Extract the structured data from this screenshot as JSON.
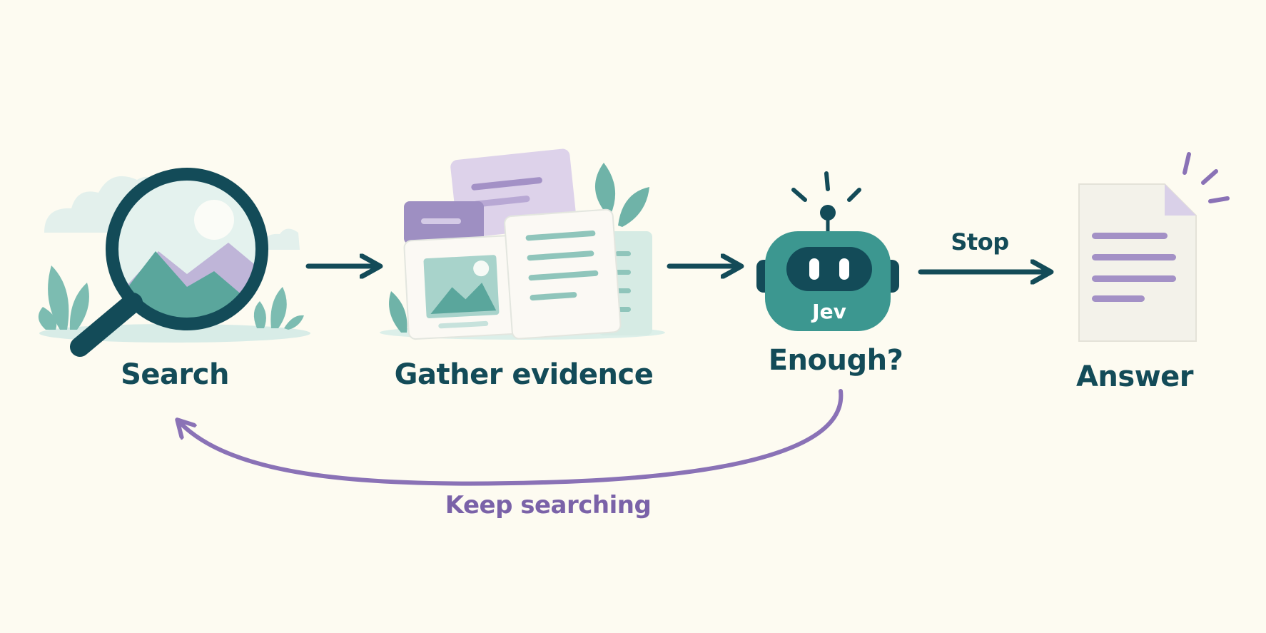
{
  "colors": {
    "background": "#fdfbf1",
    "teal_dark": "#134b58",
    "teal": "#4a9e95",
    "teal_light": "#a8d3cb",
    "teal_pale": "#d8ece7",
    "purple": "#7a62a8",
    "purple_light": "#cfc3e0",
    "purple_pale": "#e4dcee"
  },
  "steps": {
    "search": {
      "label": "Search",
      "icon": "magnifying-glass-icon"
    },
    "gather": {
      "label": "Gather evidence",
      "icon": "documents-stack-icon"
    },
    "decide": {
      "label": "Enough?",
      "icon": "robot-icon",
      "robot_name": "Jev"
    },
    "answer": {
      "label": "Answer",
      "icon": "document-icon"
    }
  },
  "edges": {
    "stop": {
      "label": "Stop"
    },
    "loop": {
      "label": "Keep searching"
    }
  }
}
